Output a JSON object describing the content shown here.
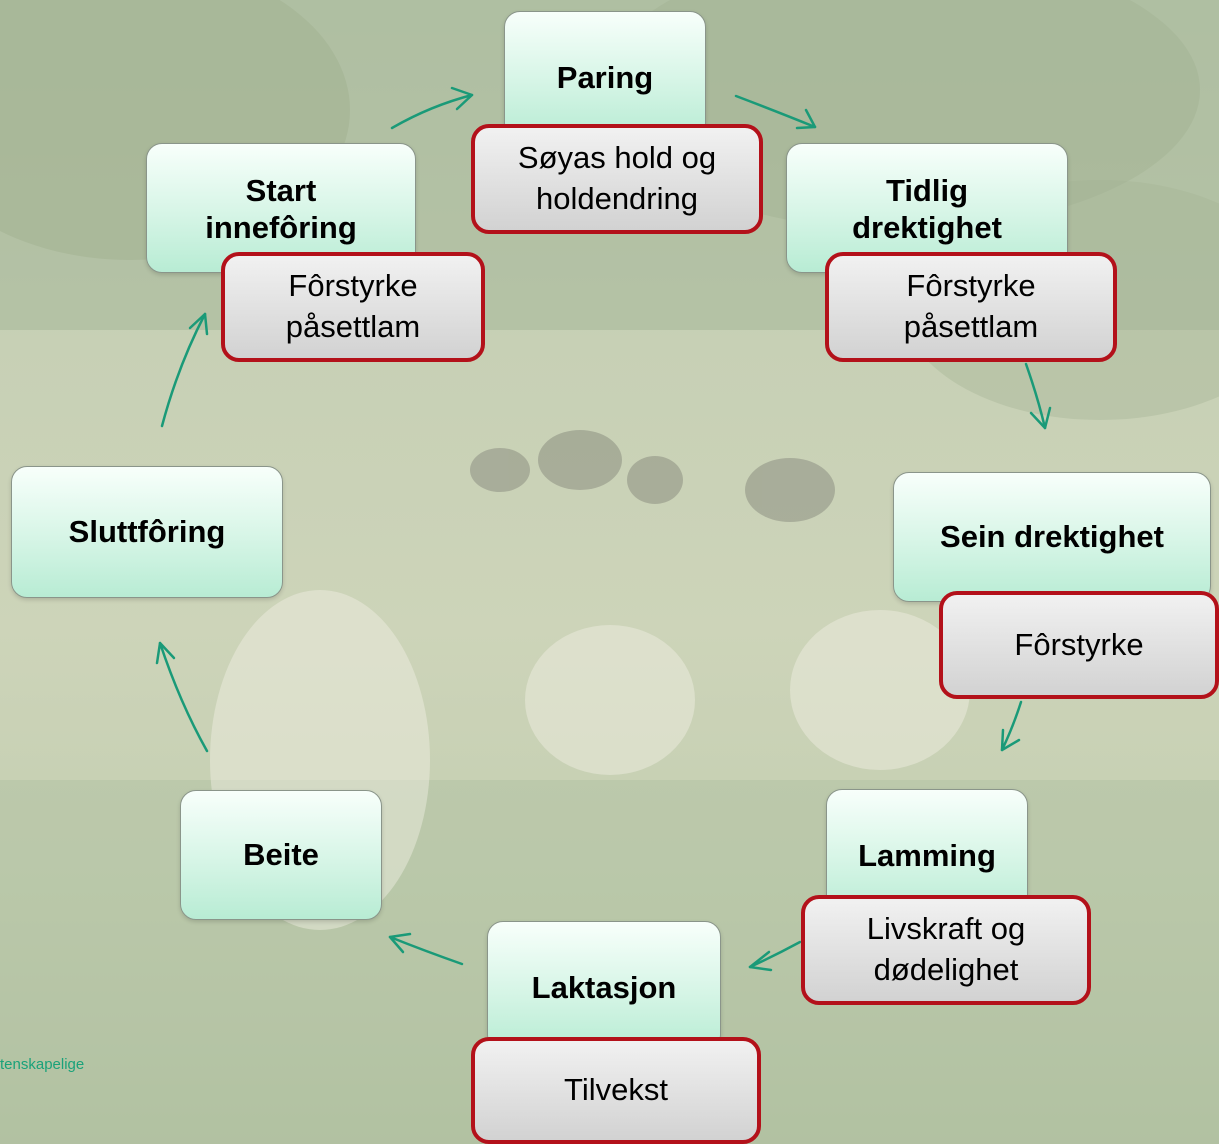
{
  "stages": {
    "paring": "Paring",
    "tidlig": "Tidlig\ndrektighet",
    "sein": "Sein drektighet",
    "lamming": "Lamming",
    "laktasjon": "Laktasjon",
    "beite": "Beite",
    "slutt": "Sluttfôring",
    "start": "Start\ninnefôring"
  },
  "factors": {
    "paring": "Søyas hold og\nholdendring",
    "tidlig": "Fôrstyrke\npåsettlam",
    "start": "Fôrstyrke\npåsettlam",
    "sein": "Fôrstyrke",
    "lamming": "Livskraft og\ndødelighet",
    "laktasjon": "Tilvekst"
  },
  "footnote": "tenskapelige",
  "colors": {
    "stage_fill_top": "#f8fffb",
    "stage_fill_bottom": "#b8ecd4",
    "factor_border": "#b3111a",
    "factor_fill": "#d9d9d9",
    "arrow": "#1a9a78"
  }
}
